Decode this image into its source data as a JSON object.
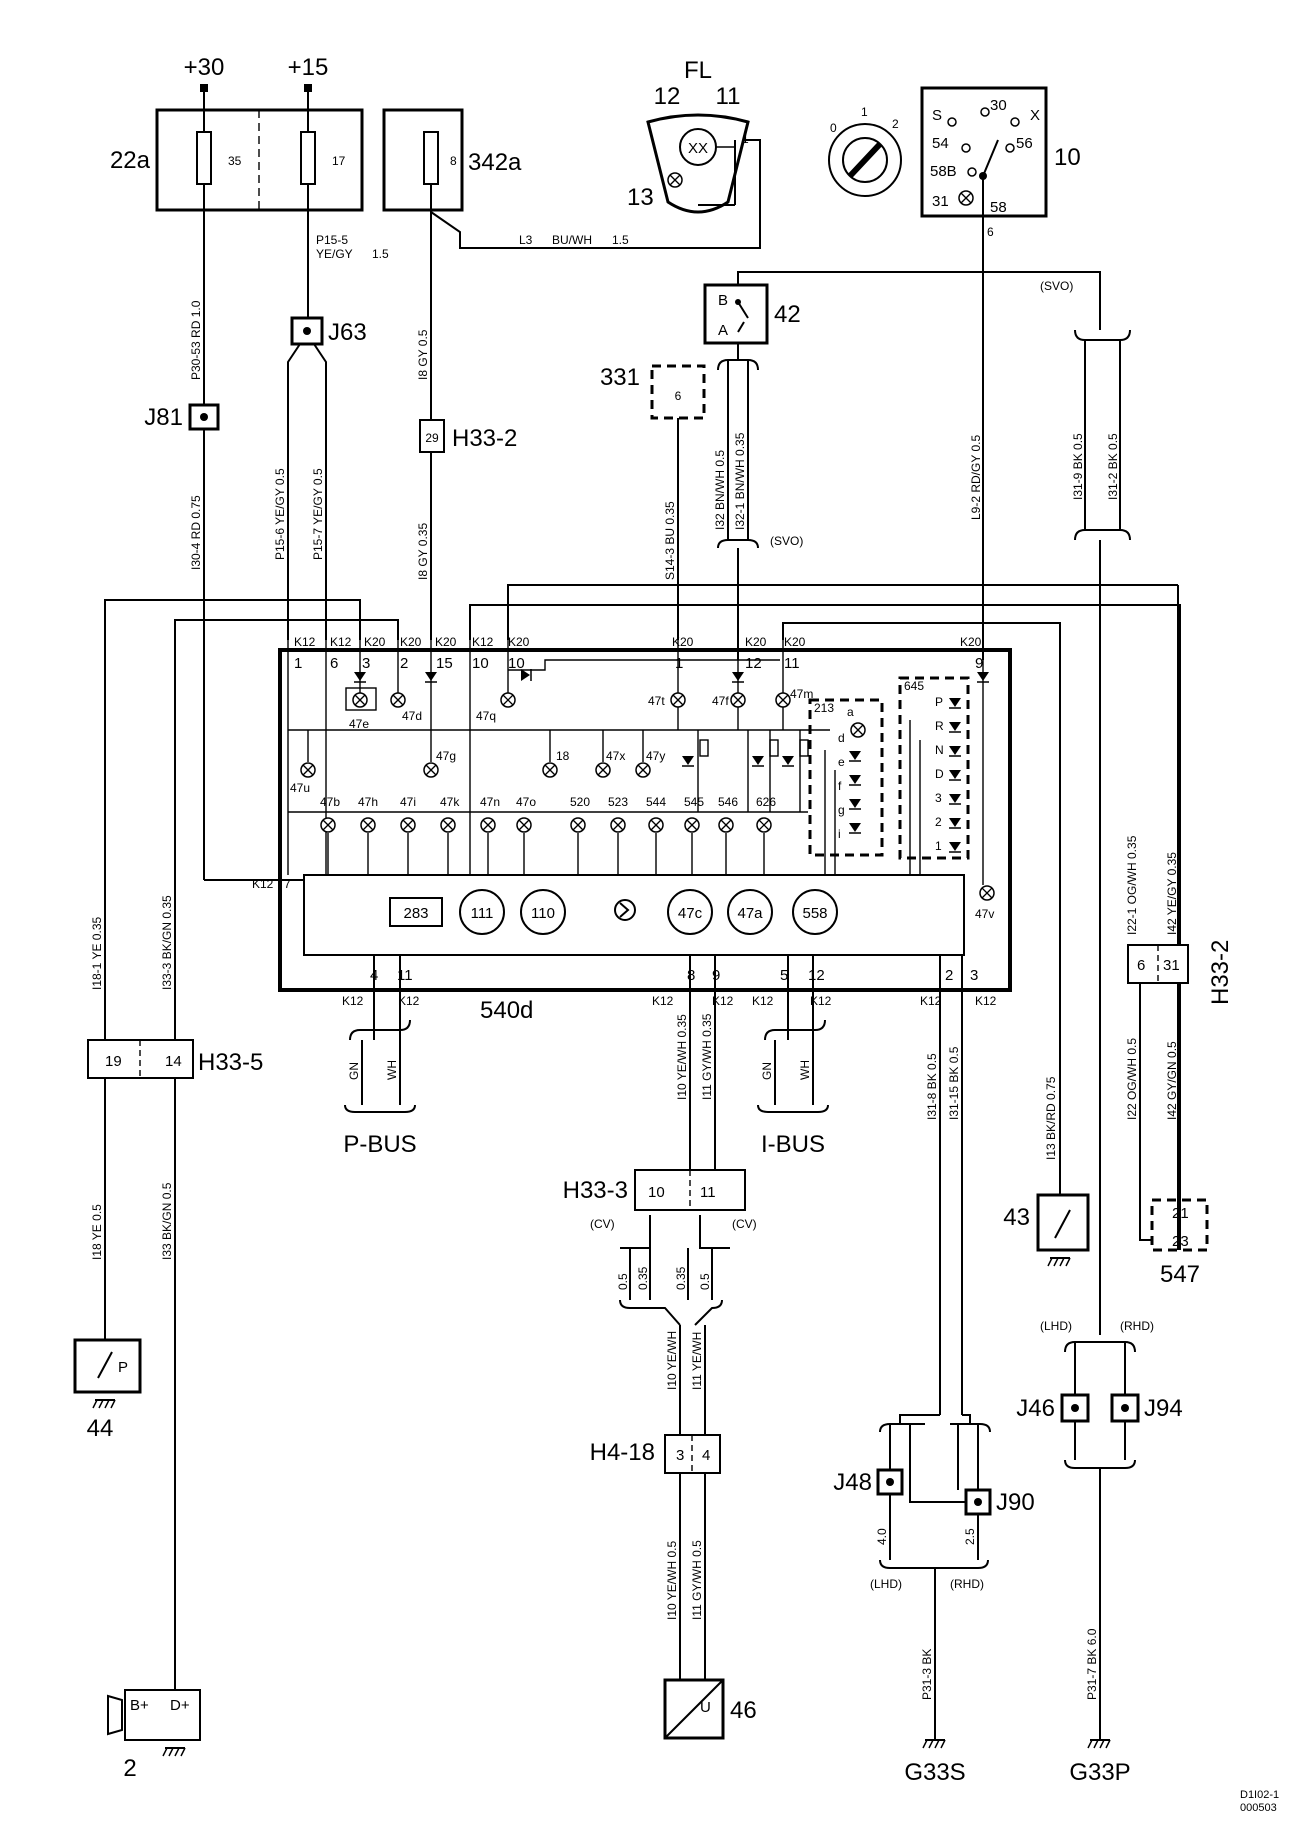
{
  "supplies": {
    "t30": "+30",
    "t15": "+15"
  },
  "fuse_boxes": {
    "b22a": "22a",
    "b342a": "342a",
    "f35": "35",
    "f17": "17",
    "f8": "8"
  },
  "components": {
    "fl": "FL",
    "n12": "12",
    "n11": "11",
    "n13": "13",
    "fl_pin": "1",
    "c10": "10",
    "c42": "42",
    "c331": "331",
    "c331_pin": "6",
    "c540d": "540d",
    "c43": "43",
    "c44": "44",
    "c2": "2",
    "c46": "46",
    "c547": "547",
    "p547a": "21",
    "p547b": "23",
    "c283": "283",
    "c111": "111",
    "c110": "110",
    "c47c": "47c",
    "c47a": "47a",
    "c558": "558",
    "c47v": "47v"
  },
  "connectors": {
    "j63": "J63",
    "j81": "J81",
    "j46": "J46",
    "j94": "J94",
    "j48": "J48",
    "j90": "J90",
    "h33_2": "H33-2",
    "h33_2b": "H33-2",
    "h33_3": "H33-3",
    "h33_5": "H33-5",
    "h4_18": "H4-18",
    "g33s": "G33S",
    "g33p": "G33P",
    "p29": "29",
    "p6": "6",
    "p31": "31",
    "p19": "19",
    "p14": "14",
    "p10": "10",
    "p11": "11",
    "p3": "3",
    "p4": "4"
  },
  "switch10": {
    "s": "S",
    "t30": "30",
    "x": "X",
    "t54": "54",
    "t56": "56",
    "t58b": "58B",
    "t31": "31",
    "t58": "58",
    "out": "6"
  },
  "ignition": {
    "p0": "0",
    "p1": "1",
    "p2": "2"
  },
  "relay42": {
    "b": "B",
    "a": "A"
  },
  "buses": {
    "pbus": "P-BUS",
    "ibus": "I-BUS"
  },
  "variants": {
    "svo1": "(SVO)",
    "svo2": "(SVO)",
    "cv1": "(CV)",
    "cv2": "(CV)",
    "lhd1": "(LHD)",
    "rhd1": "(RHD)",
    "lhd2": "(LHD)",
    "rhd2": "(RHD)"
  },
  "wires": {
    "l3": "L3",
    "l3_col": "BU/WH",
    "l3_size": "1.5",
    "p15_5": "P15-5",
    "p15_5_col": "YE/GY",
    "p15_5_size": "1.5",
    "w30_53": "P30-53  RD  1.0",
    "w30_4": "I30-4  RD  0.75",
    "w15_6": "P15-6  YE/GY  0.5",
    "w15_7": "P15-7  YE/GY  0.5",
    "wi8a": "I8  GY  0.5",
    "wi8b": "I8  GY  0.35",
    "wi32": "I32  BN/WH  0.5",
    "wi32_1": "I32-1  BN/WH  0.35",
    "ws14_3": "S14-3  BU  0.35",
    "wl9_2": "L9-2  RD/GY  0.5",
    "wi31_9": "I31-9  BK  0.5",
    "wi31_2": "I31-2  BK  0.5",
    "wi22_1": "I22-1  OG/WH  0.35",
    "wi42a": "I42  YE/GY  0.35",
    "wi22": "I22  OG/WH  0.5",
    "wi42b": "I42  GY/GN  0.5",
    "wi18_1": "I18-1  YE  0.35",
    "wi33_3": "I33-3  BK/GN  0.35",
    "wi18": "I18  YE  0.5",
    "wi33": "I33  BK/GN  0.5",
    "wi10a": "I10  YE/WH  0.35",
    "wi11a": "I11  GY/WH  0.35",
    "wi10b": "I10  YE/WH",
    "wi11b": "I11  YE/WH",
    "wi10c": "I10  YE/WH  0.5",
    "wi11c": "I11  GY/WH  0.5",
    "wi13": "I13  BK/RD  0.75",
    "wi31_8": "I31-8  BK  0.5",
    "wi31_15": "I31-15  BK  0.5",
    "wp31_3": "P31-3  BK",
    "wp31_7": "P31-7  BK  6.0",
    "gn1": "GN",
    "wh1": "WH",
    "gn2": "GN",
    "wh2": "WH",
    "s05a": "0.5",
    "s035a": "0.35",
    "s035b": "0.35",
    "s05b": "0.5",
    "s40": "4.0",
    "s25": "2.5"
  },
  "module_top_pins": {
    "k12a": "K12",
    "k12b": "K12",
    "k20a": "K20",
    "k20b": "K20",
    "k20c": "K20",
    "k12c": "K12",
    "k20d": "K20",
    "k20e": "K20",
    "k20f": "K20",
    "k20g": "K20",
    "k20h": "K20",
    "p1": "1",
    "p6": "6",
    "p3": "3",
    "p2": "2",
    "p15": "15",
    "p10": "10",
    "p10b": "10",
    "p1b": "1",
    "p12": "12",
    "p11": "11",
    "p9": "9"
  },
  "module_bottom_pins": {
    "k12_7": "K12",
    "p7": "7",
    "p4": "4",
    "p11": "11",
    "p8": "8",
    "p9": "9",
    "p5": "5",
    "p12": "12",
    "p2": "2",
    "p3": "3",
    "k12a": "K12",
    "k12b": "K12",
    "k12c": "K12",
    "k12d": "K12",
    "k12e": "K12",
    "k12f": "K12",
    "k12g": "K12",
    "k12h": "K12"
  },
  "lamps": {
    "l47e": "47e",
    "l47d": "47d",
    "l47g": "47g",
    "l47q": "47q",
    "l47t": "47t",
    "l47f": "47f",
    "l47m": "47m",
    "l18": "18",
    "l47x": "47x",
    "l47y": "47y",
    "l47u": "47u",
    "l47b": "47b",
    "l47h": "47h",
    "l47i": "47i",
    "l47k": "47k",
    "l47n": "47n",
    "l47o": "47o",
    "l520": "520",
    "l523": "523",
    "l544": "544",
    "l545": "545",
    "l546": "546",
    "l626": "626"
  },
  "gear": {
    "g213": "213",
    "g645": "645",
    "p": "P",
    "r": "R",
    "n": "N",
    "d": "D",
    "g3": "3",
    "g2": "2",
    "g1": "1",
    "a": "a",
    "d2": "d",
    "e": "e",
    "f": "f",
    "g": "g",
    "i": "i"
  },
  "relay44": "P",
  "alt2": {
    "bp": "B+",
    "dp": "D+"
  },
  "u46": "U",
  "footer": {
    "code1": "D1I02-1",
    "code2": "000503"
  }
}
